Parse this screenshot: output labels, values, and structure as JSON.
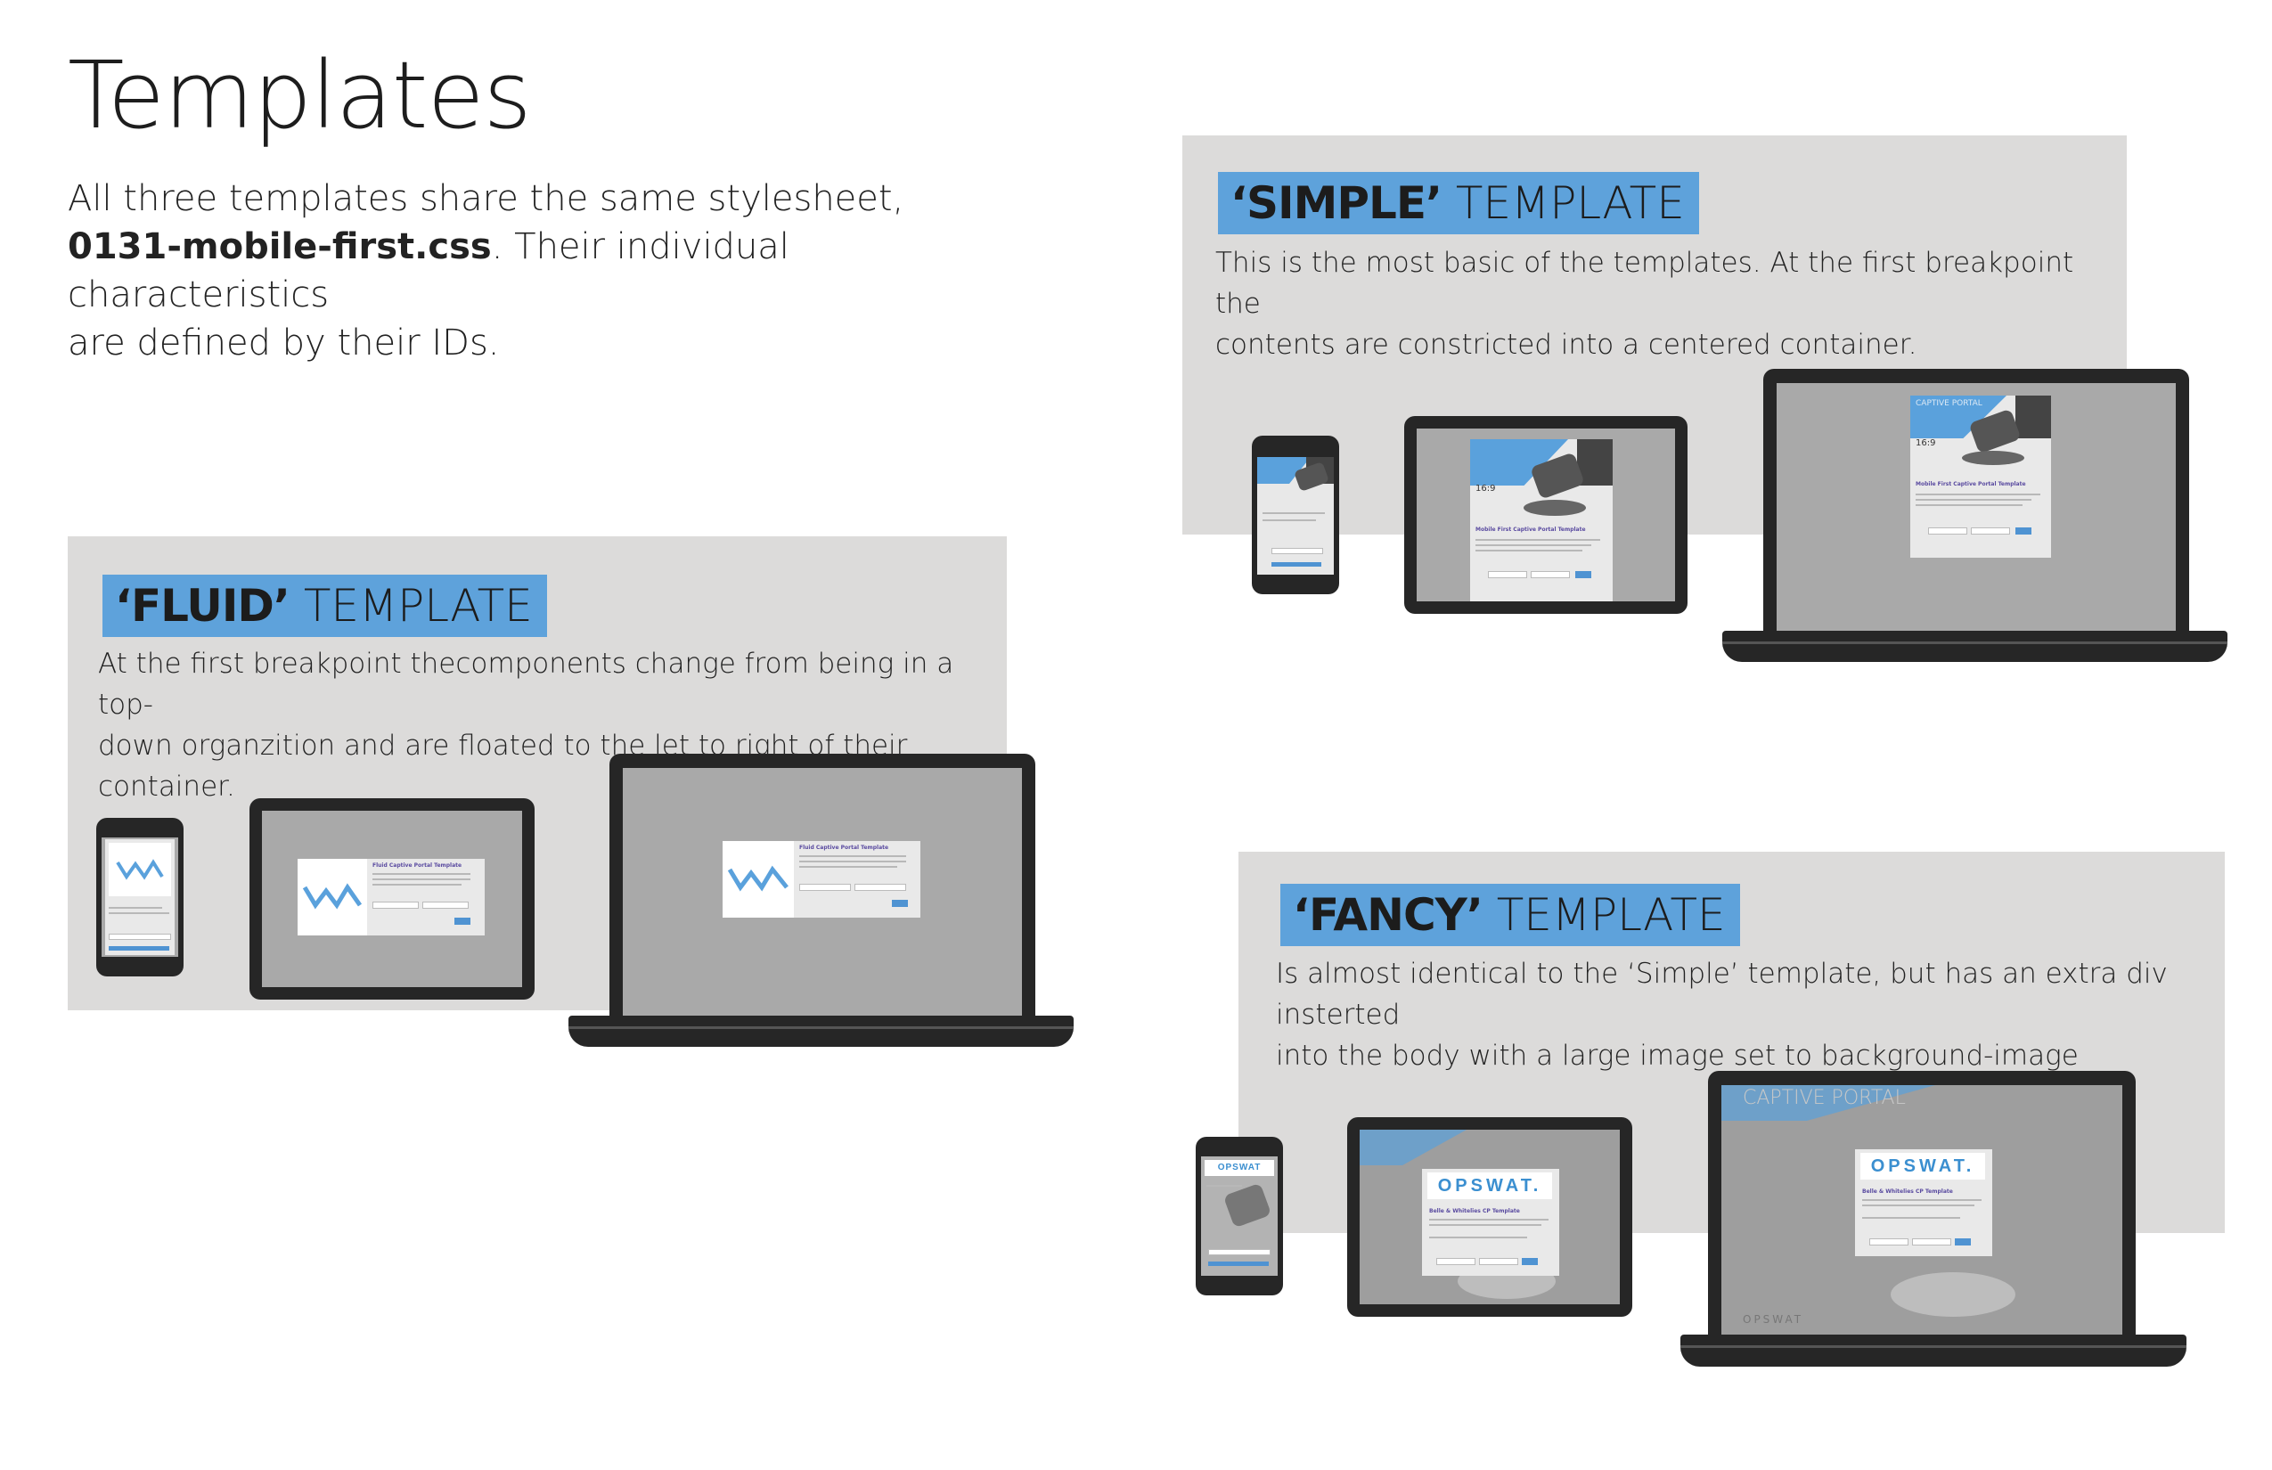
{
  "page": {
    "title": "Templates",
    "intro_line1": "All three templates share the same stylesheet,",
    "intro_file": "0131-mobile-first.css",
    "intro_line2": ". Their individual characteristics",
    "intro_line3": "are defined by their IDs."
  },
  "simple": {
    "badge_name": "‘SIMPLE’",
    "badge_suffix": " TEMPLATE",
    "desc_line1": "This is the most basic of the templates. At the first breakpoint the",
    "desc_line2": "contents are constricted into a centered container."
  },
  "fluid": {
    "badge_name": "‘FLUID’",
    "badge_suffix": " TEMPLATE",
    "desc_line1": "At the first breakpoint thecomponents change from being in a top-",
    "desc_line2": "down organzition and are floated to the let to right of their container."
  },
  "fancy": {
    "badge_name": "‘FANCY’",
    "badge_suffix": " TEMPLATE",
    "desc_line1": "Is almost identical to the ‘Simple’ template, but has an extra div insterted",
    "desc_line2": "into the body with a large image set to background-image"
  },
  "mockups": {
    "fluid_heading": "Fluid Captive Portal Template",
    "simple_heading": "Mobile First Captive Portal Template",
    "simple_banner": "CAPTIVE PORTAL",
    "simple_ratio": "16:9",
    "fancy_heading": "Belle & Whitelies CP Template",
    "fancy_banner": "CAPTIVE PORTAL",
    "fancy_logo": "OPSWAT.",
    "fancy_logo_small": "OPSWAT"
  },
  "colors": {
    "badge": "#5ea2db",
    "panel": "#dcdbda",
    "device": "#262626",
    "screen": "#a9a9a9"
  },
  "icons": [
    "phone-device",
    "tablet-device",
    "laptop-device",
    "wa-logo",
    "router-image"
  ]
}
